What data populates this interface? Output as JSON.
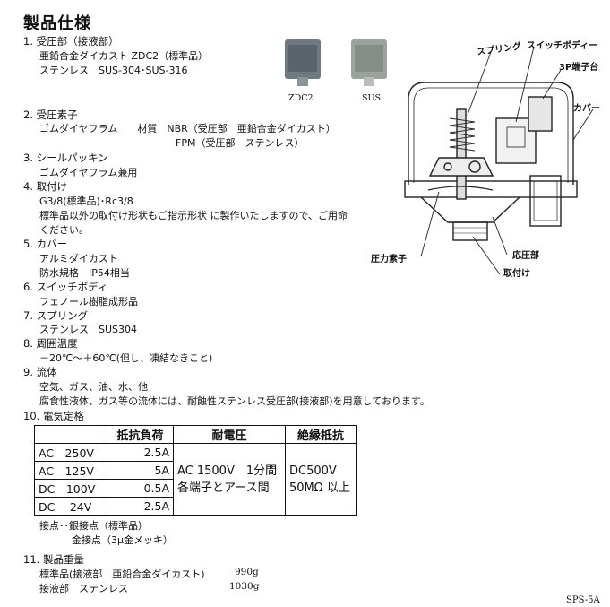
{
  "title": "製品仕様",
  "sections": {
    "s1": {
      "head": "1. 受圧部（接液部）",
      "l1": "亜鉛合金ダイカスト ZDC2（標準品）",
      "l2": "ステンレス　SUS-304･SUS-316"
    },
    "s2": {
      "head": "2. 受圧素子",
      "l1": "ゴムダイヤフラム　　材質　NBR（受圧部　亜鉛合金ダイカスト）",
      "l2": "FPM（受圧部　ステンレス）"
    },
    "s3": {
      "head": "3. シールパッキン",
      "l1": "ゴムダイヤフラム兼用"
    },
    "s4": {
      "head": "4. 取付け",
      "l1": "G3/8(標準品)･Rc3/8",
      "l2": "標準品以外の取付け形状もご指示形状 に製作いたしますので、ご用命",
      "l3": "ください。"
    },
    "s5": {
      "head": "5. カバー",
      "l1": "アルミダイカスト",
      "l2": "防水規格　IP54相当"
    },
    "s6": {
      "head": "6. スイッチボディ",
      "l1": "フェノール樹脂成形品"
    },
    "s7": {
      "head": "7. スプリング",
      "l1": "ステンレス　SUS304"
    },
    "s8": {
      "head": "8. 周囲温度",
      "l1": "－20℃～＋60℃(但し、凍結なきこと)"
    },
    "s9": {
      "head": "9. 流体",
      "l1": "空気、ガス、油、水、他",
      "l2": "腐食性液体、ガス等の流体には、耐蝕性ステンレス受圧部(接液部)を用意しております。"
    },
    "s10": {
      "head": "10. 電気定格"
    },
    "s11": {
      "head": "11. 製品重量",
      "l1": "標準品(接液部　亜鉛合金ダイカスト)",
      "w1": "990g",
      "l2": "接液部　ステンレス",
      "w2": "1030g"
    }
  },
  "photos": {
    "zdc2_caption": "ZDC2",
    "sus_caption": "SUS",
    "zdc2_color": "#6f7a80",
    "sus_color": "#9ca39c"
  },
  "diagram_labels": {
    "spring": "スプリング",
    "switch_body": "スイッチボディー",
    "terminal": "3P端子台",
    "cover": "カバー",
    "element": "圧力素子",
    "pressure_part": "応圧部",
    "mount": "取付け"
  },
  "rating_table": {
    "headers": [
      "",
      "抵抗負荷",
      "耐電圧",
      "絶縁抵抗"
    ],
    "rows": [
      {
        "voltage": "AC　250V",
        "amp": "2.5A"
      },
      {
        "voltage": "AC　125V",
        "amp": "5A"
      },
      {
        "voltage": "DC　100V",
        "amp": "0.5A"
      },
      {
        "voltage": "DC　 24V",
        "amp": "2.5A"
      }
    ],
    "withstand_l1": "AC 1500V　1分間",
    "withstand_l2": "各端子とアース間",
    "insulation_l1": "DC500V",
    "insulation_l2": "50MΩ 以上"
  },
  "contacts": {
    "l1": "接点･･銀接点（標準品）",
    "l2": "金接点（3μ金メッキ）"
  },
  "footer": "SPS-5A"
}
